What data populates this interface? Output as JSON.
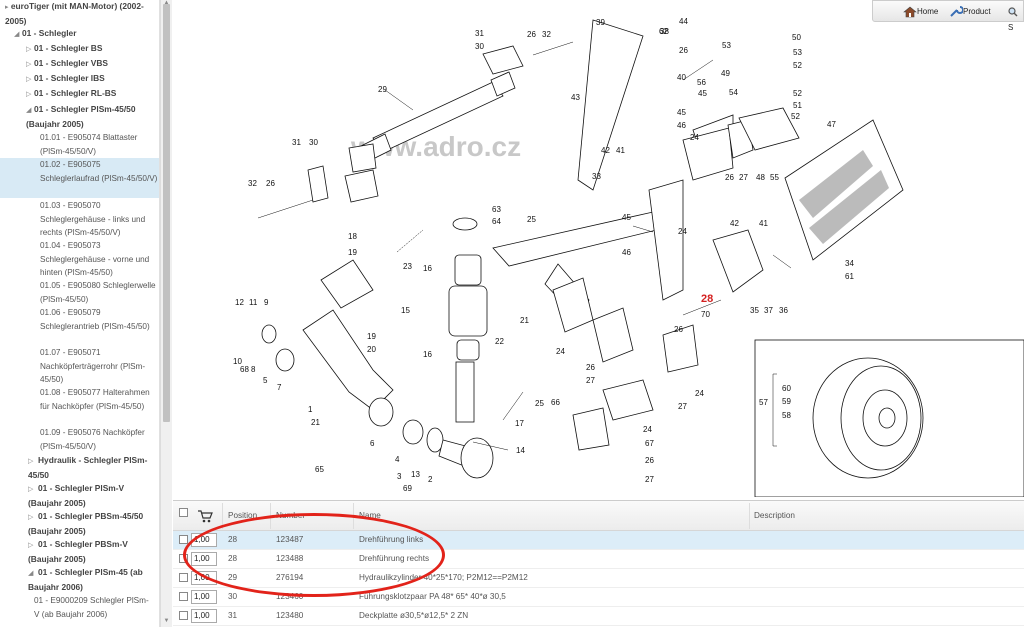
{
  "header": {
    "home_label": "Home",
    "product_label": "Product",
    "search_label": "S"
  },
  "sidebar": {
    "top": "euroTiger (mit MAN-Motor) (2002-2005)",
    "group": "01 - Schlegler",
    "groups": [
      "01 - Schlegler BS",
      "01 - Schlegler VBS",
      "01 - Schlegler IBS",
      "01 - Schlegler RL-BS",
      "01 - Schlegler PlSm-45/50 (Baujahr 2005)"
    ],
    "leaves": [
      "01.01 - E905074 Blattaster (PlSm-45/50/V)",
      "01.02 - E905075 Schleglerlaufrad (PlSm-45/50/V)",
      "01.03 - E905070 Schleglergehäuse - links und rechts (PlSm-45/50/V)",
      "01.04 - E905073 Schleglergehäuse - vorne und hinten (PlSm-45/50)",
      "01.05 - E905080 Schleglerwelle (PlSm-45/50)",
      "01.06 - E905079 Schleglerantrieb (PlSm-45/50)",
      "01.07 - E905071 Nachköpferträgerrohr (PlSm-45/50)",
      "01.08 - E905077 Halterahmen für Nachköpfer (PlSm-45/50)",
      "01.09 - E905076 Nachköpfer (PlSm-45/50/V)"
    ],
    "hydraulik": "Hydraulik - Schlegler PlSm-45/50",
    "more_groups": [
      "01 - Schlegler PlSm-V (Baujahr 2005)",
      "01 - Schlegler PBSm-45/50 (Baujahr 2005)",
      "01 - Schlegler PBSm-V (Baujahr 2005)",
      "01 - Schlegler PlSm-45 (ab Baujahr 2006)"
    ],
    "last_leaf": "01 - E9000209 Schlegler PlSm-V (ab Baujahr 2006)"
  },
  "diagram": {
    "watermark": "www.adro.cz",
    "highlight_label": "28",
    "labels": [
      "1",
      "2",
      "4",
      "3",
      "5",
      "6",
      "7",
      "8",
      "9",
      "10",
      "11",
      "12",
      "13",
      "14",
      "15",
      "16",
      "16",
      "17",
      "18",
      "19",
      "19",
      "20",
      "21",
      "21",
      "22",
      "23",
      "24",
      "24",
      "24",
      "24",
      "24",
      "25",
      "25",
      "26",
      "26",
      "26",
      "26",
      "26",
      "26",
      "26",
      "27",
      "27",
      "27",
      "27",
      "28",
      "29",
      "30",
      "30",
      "31",
      "31",
      "32",
      "32",
      "33",
      "34",
      "35",
      "36",
      "37",
      "38",
      "39",
      "40",
      "41",
      "41",
      "42",
      "42",
      "43",
      "44",
      "45",
      "45",
      "45",
      "46",
      "46",
      "47",
      "48",
      "49",
      "50",
      "51",
      "52",
      "52",
      "52",
      "53",
      "53",
      "54",
      "55",
      "56",
      "57",
      "58",
      "59",
      "60",
      "61",
      "62",
      "63",
      "64",
      "65",
      "66",
      "67",
      "68",
      "69",
      "70"
    ]
  },
  "table": {
    "columns": [
      "Position",
      "Number",
      "Name",
      "Description"
    ],
    "rows": [
      {
        "qty": "1,00",
        "position": "28",
        "number": "123487",
        "name": "Drehführung links",
        "description": ""
      },
      {
        "qty": "1,00",
        "position": "28",
        "number": "123488",
        "name": "Drehführung rechts",
        "description": ""
      },
      {
        "qty": "1,00",
        "position": "29",
        "number": "276194",
        "name": "Hydraulikzylinder 40*25*170; P2M12==P2M12",
        "description": ""
      },
      {
        "qty": "1,00",
        "position": "30",
        "number": "123460",
        "name": "Führungsklotzpaar PA 48* 65* 40*ø 30,5",
        "description": ""
      },
      {
        "qty": "1,00",
        "position": "31",
        "number": "123480",
        "name": "Deckplatte ø30,5*ø12,5* 2 ZN",
        "description": ""
      }
    ]
  },
  "colors": {
    "selection": "#dcedf8",
    "annotation_circle": "#e2231a",
    "highlight_label": "#d42020"
  }
}
